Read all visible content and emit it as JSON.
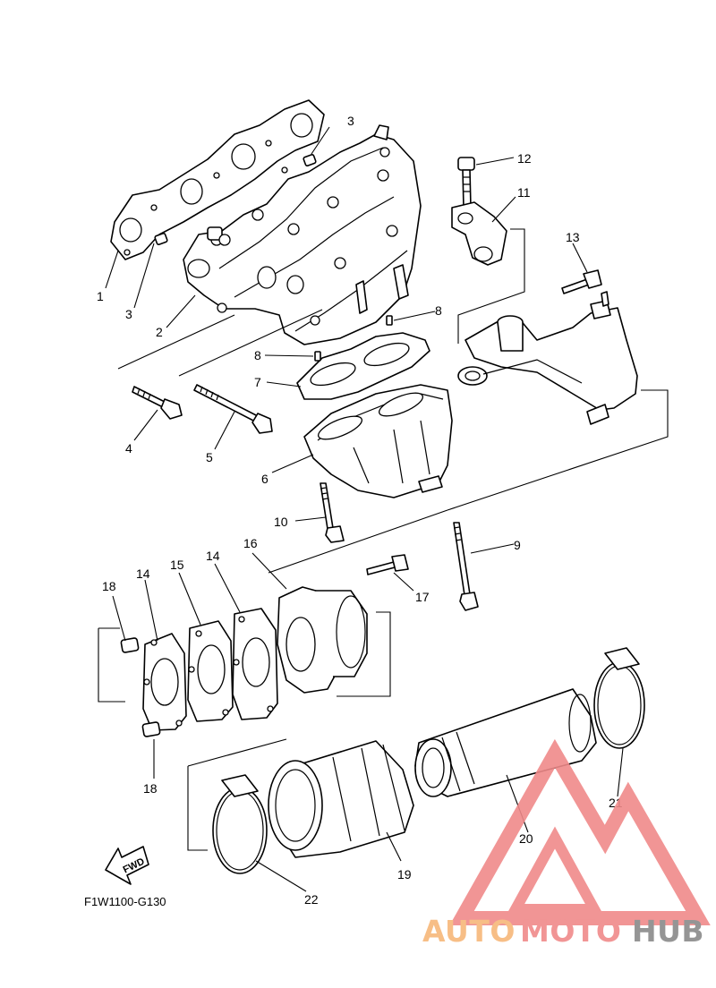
{
  "diagram_code": "F1W1100-G130",
  "fwd_label": "FWD",
  "callouts": {
    "c1": "1",
    "c2": "2",
    "c3a": "3",
    "c3b": "3",
    "c4": "4",
    "c5": "5",
    "c6": "6",
    "c7": "7",
    "c8a": "8",
    "c8b": "8",
    "c9": "9",
    "c10": "10",
    "c11": "11",
    "c12": "12",
    "c13": "13",
    "c14a": "14",
    "c14b": "14",
    "c15": "15",
    "c16": "16",
    "c17": "17",
    "c18a": "18",
    "c18b": "18",
    "c19": "19",
    "c20": "20",
    "c21": "21",
    "c22": "22"
  },
  "watermark": {
    "part1": "AUTO",
    "part2": "MOTO",
    "part3": "HUB"
  },
  "colors": {
    "line": "#000000",
    "watermark_orange": "#f7b77a",
    "watermark_red": "#f08a8a",
    "watermark_gray": "#8a8a8a"
  }
}
